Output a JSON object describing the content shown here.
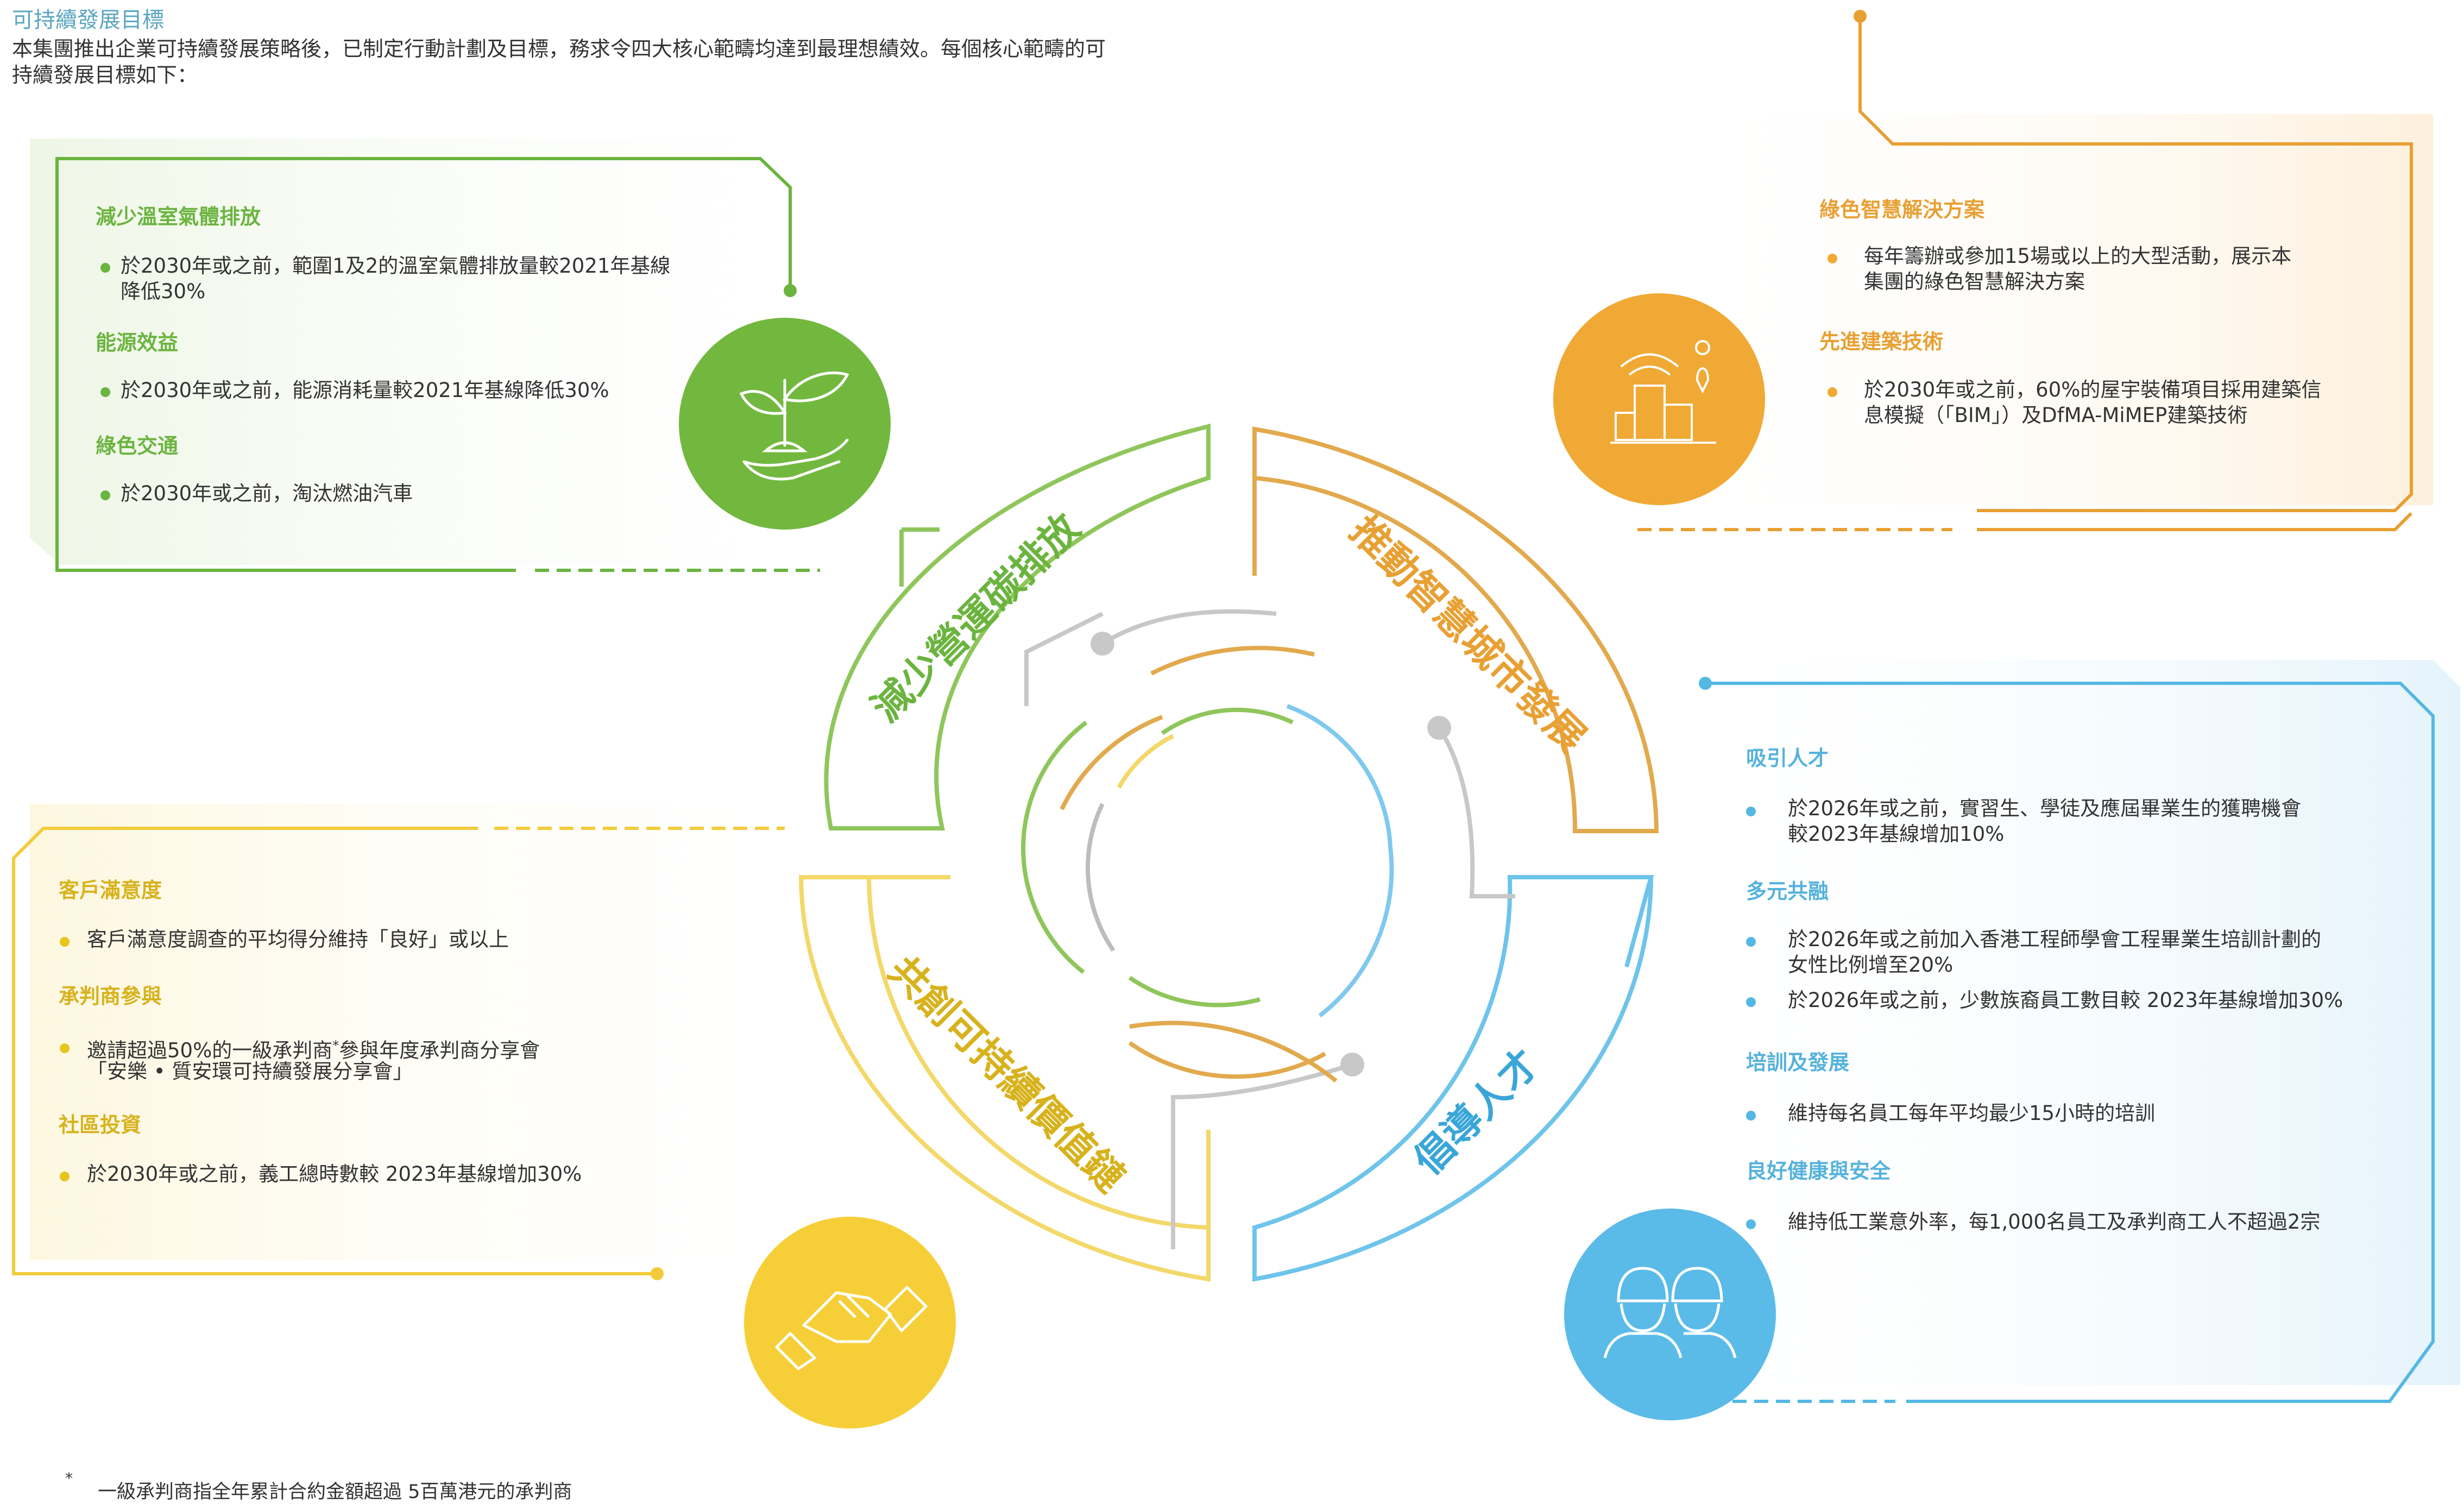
{
  "header": {
    "title": "可持續發展目標",
    "intro": "本集團推出企業可持續發展策略後，已制定行動計劃及目標，務求令四大核心範疇均達到最理想績效。每個核心範疇的可持續發展目標如下："
  },
  "colors": {
    "green": "#6bb43f",
    "orange": "#f0a934",
    "blue": "#55b8e3",
    "yellow": "#f5cf3a"
  },
  "ring": {
    "green_label": "減少營運碳排放",
    "orange_label": "推動智慧城市發展",
    "blue_label": "倡導人才",
    "yellow_label": "共創可持續價值鏈"
  },
  "icons": {
    "green": "plant-in-hand-icon",
    "orange": "smart-city-icon",
    "blue": "workers-helmet-icon",
    "yellow": "handshake-icon"
  },
  "green_panel": {
    "sections": [
      {
        "heading": "減少溫室氣體排放",
        "items": [
          "於2030年或之前，範圍1及2的溫室氣體排放量較2021年基線",
          "降低30%"
        ]
      },
      {
        "heading": "能源效益",
        "items": [
          "於2030年或之前，能源消耗量較2021年基線降低30%"
        ]
      },
      {
        "heading": "綠色交通",
        "items": [
          "於2030年或之前，淘汰燃油汽車"
        ]
      }
    ]
  },
  "orange_panel": {
    "sections": [
      {
        "heading": "綠色智慧解決方案",
        "items": [
          "每年籌辦或參加15場或以上的大型活動，展示本",
          "集團的綠色智慧解決方案"
        ]
      },
      {
        "heading": "先進建築技術",
        "items": [
          "於2030年或之前，60%的屋宇裝備項目採用建築信",
          "息模擬（「BIM」）及DfMA-MiMEP建築技術"
        ]
      }
    ]
  },
  "blue_panel": {
    "sections": [
      {
        "heading": "吸引人才",
        "items": [
          "於2026年或之前，實習生、學徒及應屆畢業生的獲聘機會",
          "較2023年基線增加10%"
        ]
      },
      {
        "heading": "多元共融",
        "items": [
          "於2026年或之前加入香港工程師學會工程畢業生培訓計劃的",
          "女性比例增至20%",
          "於2026年或之前，少數族裔員工數目較 2023年基線增加30%"
        ]
      },
      {
        "heading": "培訓及發展",
        "items": [
          "維持每名員工每年平均最少15小時的培訓"
        ]
      },
      {
        "heading": "良好健康與安全",
        "items": [
          "維持低工業意外率，每1,000名員工及承判商工人不超過2宗"
        ]
      }
    ]
  },
  "yellow_panel": {
    "sections": [
      {
        "heading": "客戶滿意度",
        "items": [
          "客戶滿意度調查的平均得分維持「良好」或以上"
        ]
      },
      {
        "heading": "承判商參與",
        "items": [
          "邀請超過50%的一級承判商",
          "參與年度承判商分享會",
          "「安樂 • 質安環可持續發展分享會」"
        ]
      },
      {
        "heading": "社區投資",
        "items": [
          "於2030年或之前，義工總時數較 2023年基線增加30%"
        ]
      }
    ]
  },
  "footnote": {
    "mark": "*",
    "text": "一級承判商指全年累計合約金額超過 5百萬港元的承判商"
  }
}
